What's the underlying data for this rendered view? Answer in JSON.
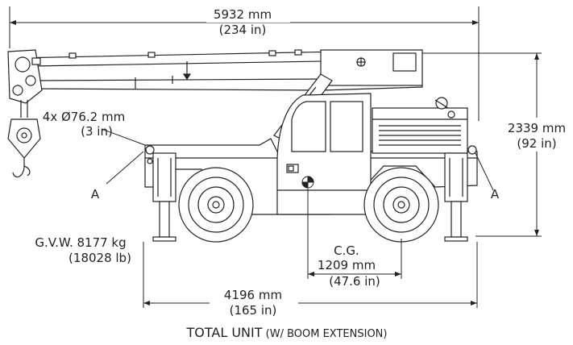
{
  "dimensions": {
    "overall_length": {
      "mm": "5932 mm",
      "in": "(234 in)"
    },
    "overall_height": {
      "mm": "2339 mm",
      "in": "(92 in)"
    },
    "wheelbase": {
      "mm": "4196 mm",
      "in": "(165 in)"
    },
    "cg": {
      "label": "C.G.",
      "mm": "1209 mm",
      "in": "(47.6 in)"
    },
    "pins": {
      "mm": "4x Ø76.2 mm",
      "in": "(3 in)"
    }
  },
  "markers": {
    "left": "A",
    "right": "A"
  },
  "weight": {
    "kg": "G.V.W. 8177 kg",
    "lb": "(18028 lb)"
  },
  "caption": {
    "main": "TOTAL UNIT",
    "sub": " (W/ BOOM EXTENSION)"
  },
  "colors": {
    "line": "#222222",
    "background": "#ffffff"
  }
}
